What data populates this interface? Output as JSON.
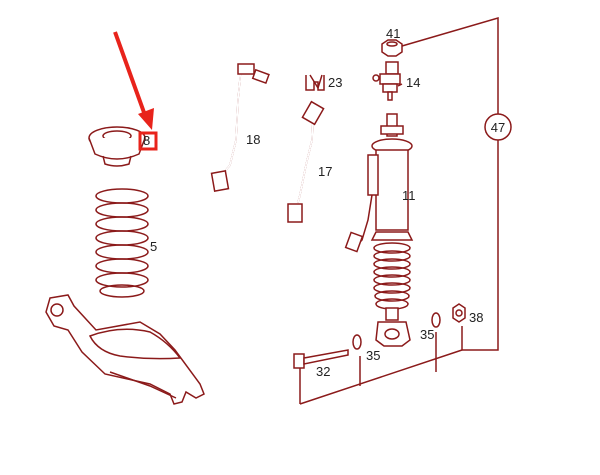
{
  "diagram": {
    "part_numbers": {
      "p8": "8",
      "p5": "5",
      "p18": "18",
      "p17": "17",
      "p23": "23",
      "p41": "41",
      "p14": "14",
      "p11": "11",
      "p47": "47",
      "p32": "32",
      "p35a": "35",
      "p35b": "35",
      "p38": "38"
    },
    "highlight": {
      "target_part": "8",
      "arrow_color": "#e8231b",
      "box_color": "#e8231b"
    },
    "line_color": "#8b1a1a"
  }
}
